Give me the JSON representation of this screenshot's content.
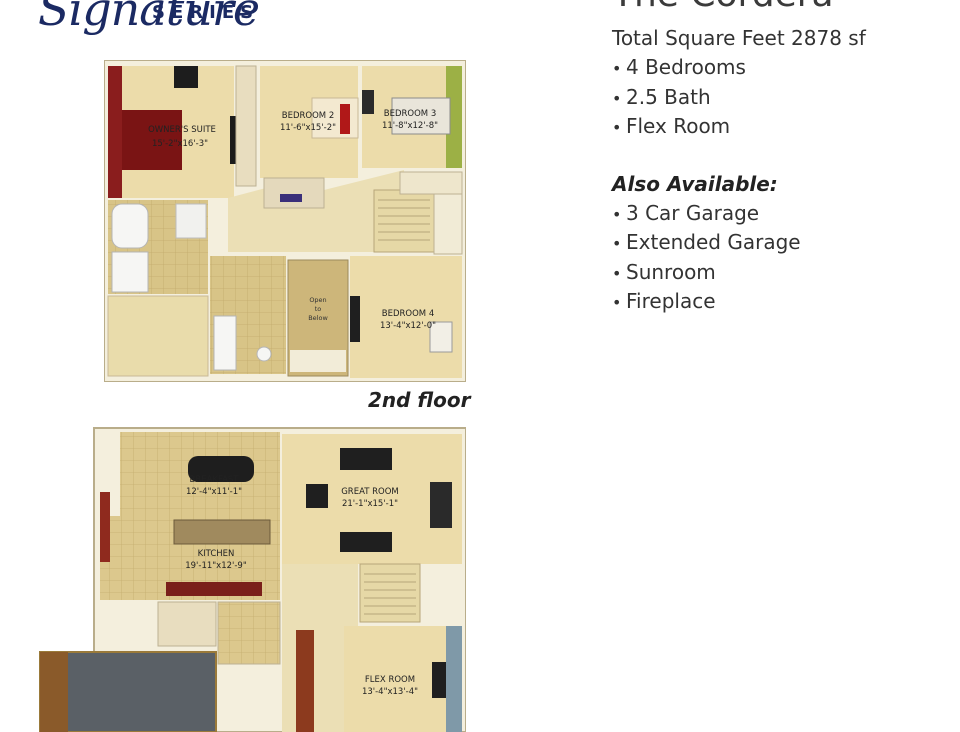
{
  "brand": {
    "script": "Signature",
    "series": "SERIES"
  },
  "model": {
    "title": "The Cordera"
  },
  "features": {
    "total": "Total Square Feet 2878 sf",
    "items": [
      "4 Bedrooms",
      "2.5 Bath",
      "Flex Room"
    ],
    "bullet": "•"
  },
  "also_available": {
    "heading": "Also Available:",
    "items": [
      "3 Car Garage",
      "Extended Garage",
      "Sunroom",
      "Fireplace"
    ]
  },
  "floor2": {
    "label": "2nd floor",
    "rooms": {
      "owners": {
        "name": "OWNER'S SUITE",
        "dim": "15'-2\"x16'-3\""
      },
      "bed2": {
        "name": "BEDROOM 2",
        "dim": "11'-6\"x15'-2\""
      },
      "bed3": {
        "name": "BEDROOM 3",
        "dim": "11'-8\"x12'-8\""
      },
      "bed4": {
        "name": "BEDROOM 4",
        "dim": "13'-4\"x12'-0\""
      },
      "open": {
        "line1": "Open",
        "line2": "to",
        "line3": "Below"
      }
    }
  },
  "floor1": {
    "rooms": {
      "breakfast": {
        "name": "BREAKFAST",
        "dim": "12'-4\"x11'-1\""
      },
      "great": {
        "name": "GREAT ROOM",
        "dim": "21'-1\"x15'-1\""
      },
      "kitchen": {
        "name": "KITCHEN",
        "dim": "19'-11\"x12'-9\""
      },
      "flex": {
        "name": "FLEX ROOM",
        "dim": "13'-4\"x13'-4\""
      }
    }
  },
  "colors": {
    "brand_navy": "#1b2a63",
    "floor_beige": "#ede0b8",
    "carpet": "#e6d6a8",
    "tile": "#d9c58a",
    "wall": "#f7f3e6",
    "garage": "#5a6066"
  }
}
